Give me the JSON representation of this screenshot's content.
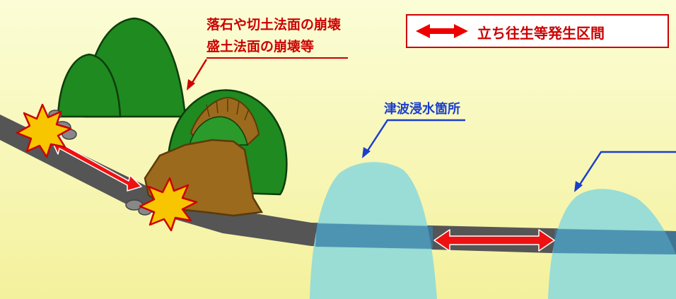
{
  "hazard_label": {
    "line1": "落石や切土法面の崩壊",
    "line2": "盛土法面の崩壊等",
    "color": "#cc0000"
  },
  "tsunami_label": {
    "text": "津波浸水箇所",
    "color": "#1a3fcc"
  },
  "legend": {
    "label": "立ち往生等発生区間",
    "border_color": "#cc0000",
    "text_color": "#cc0000",
    "arrow_color": "#ee0000"
  },
  "colors": {
    "ground": "#f6f7b0",
    "road": "#555555",
    "hill": "#1f8a1f",
    "landslide": "#9c6a1d",
    "tsunami_water": "#8fdada",
    "stuck_arrow": "#ee1111",
    "explosion": "#f7c600"
  },
  "icons": [
    "explosion-icon",
    "explosion-icon",
    "double-arrow-icon",
    "double-arrow-icon"
  ]
}
